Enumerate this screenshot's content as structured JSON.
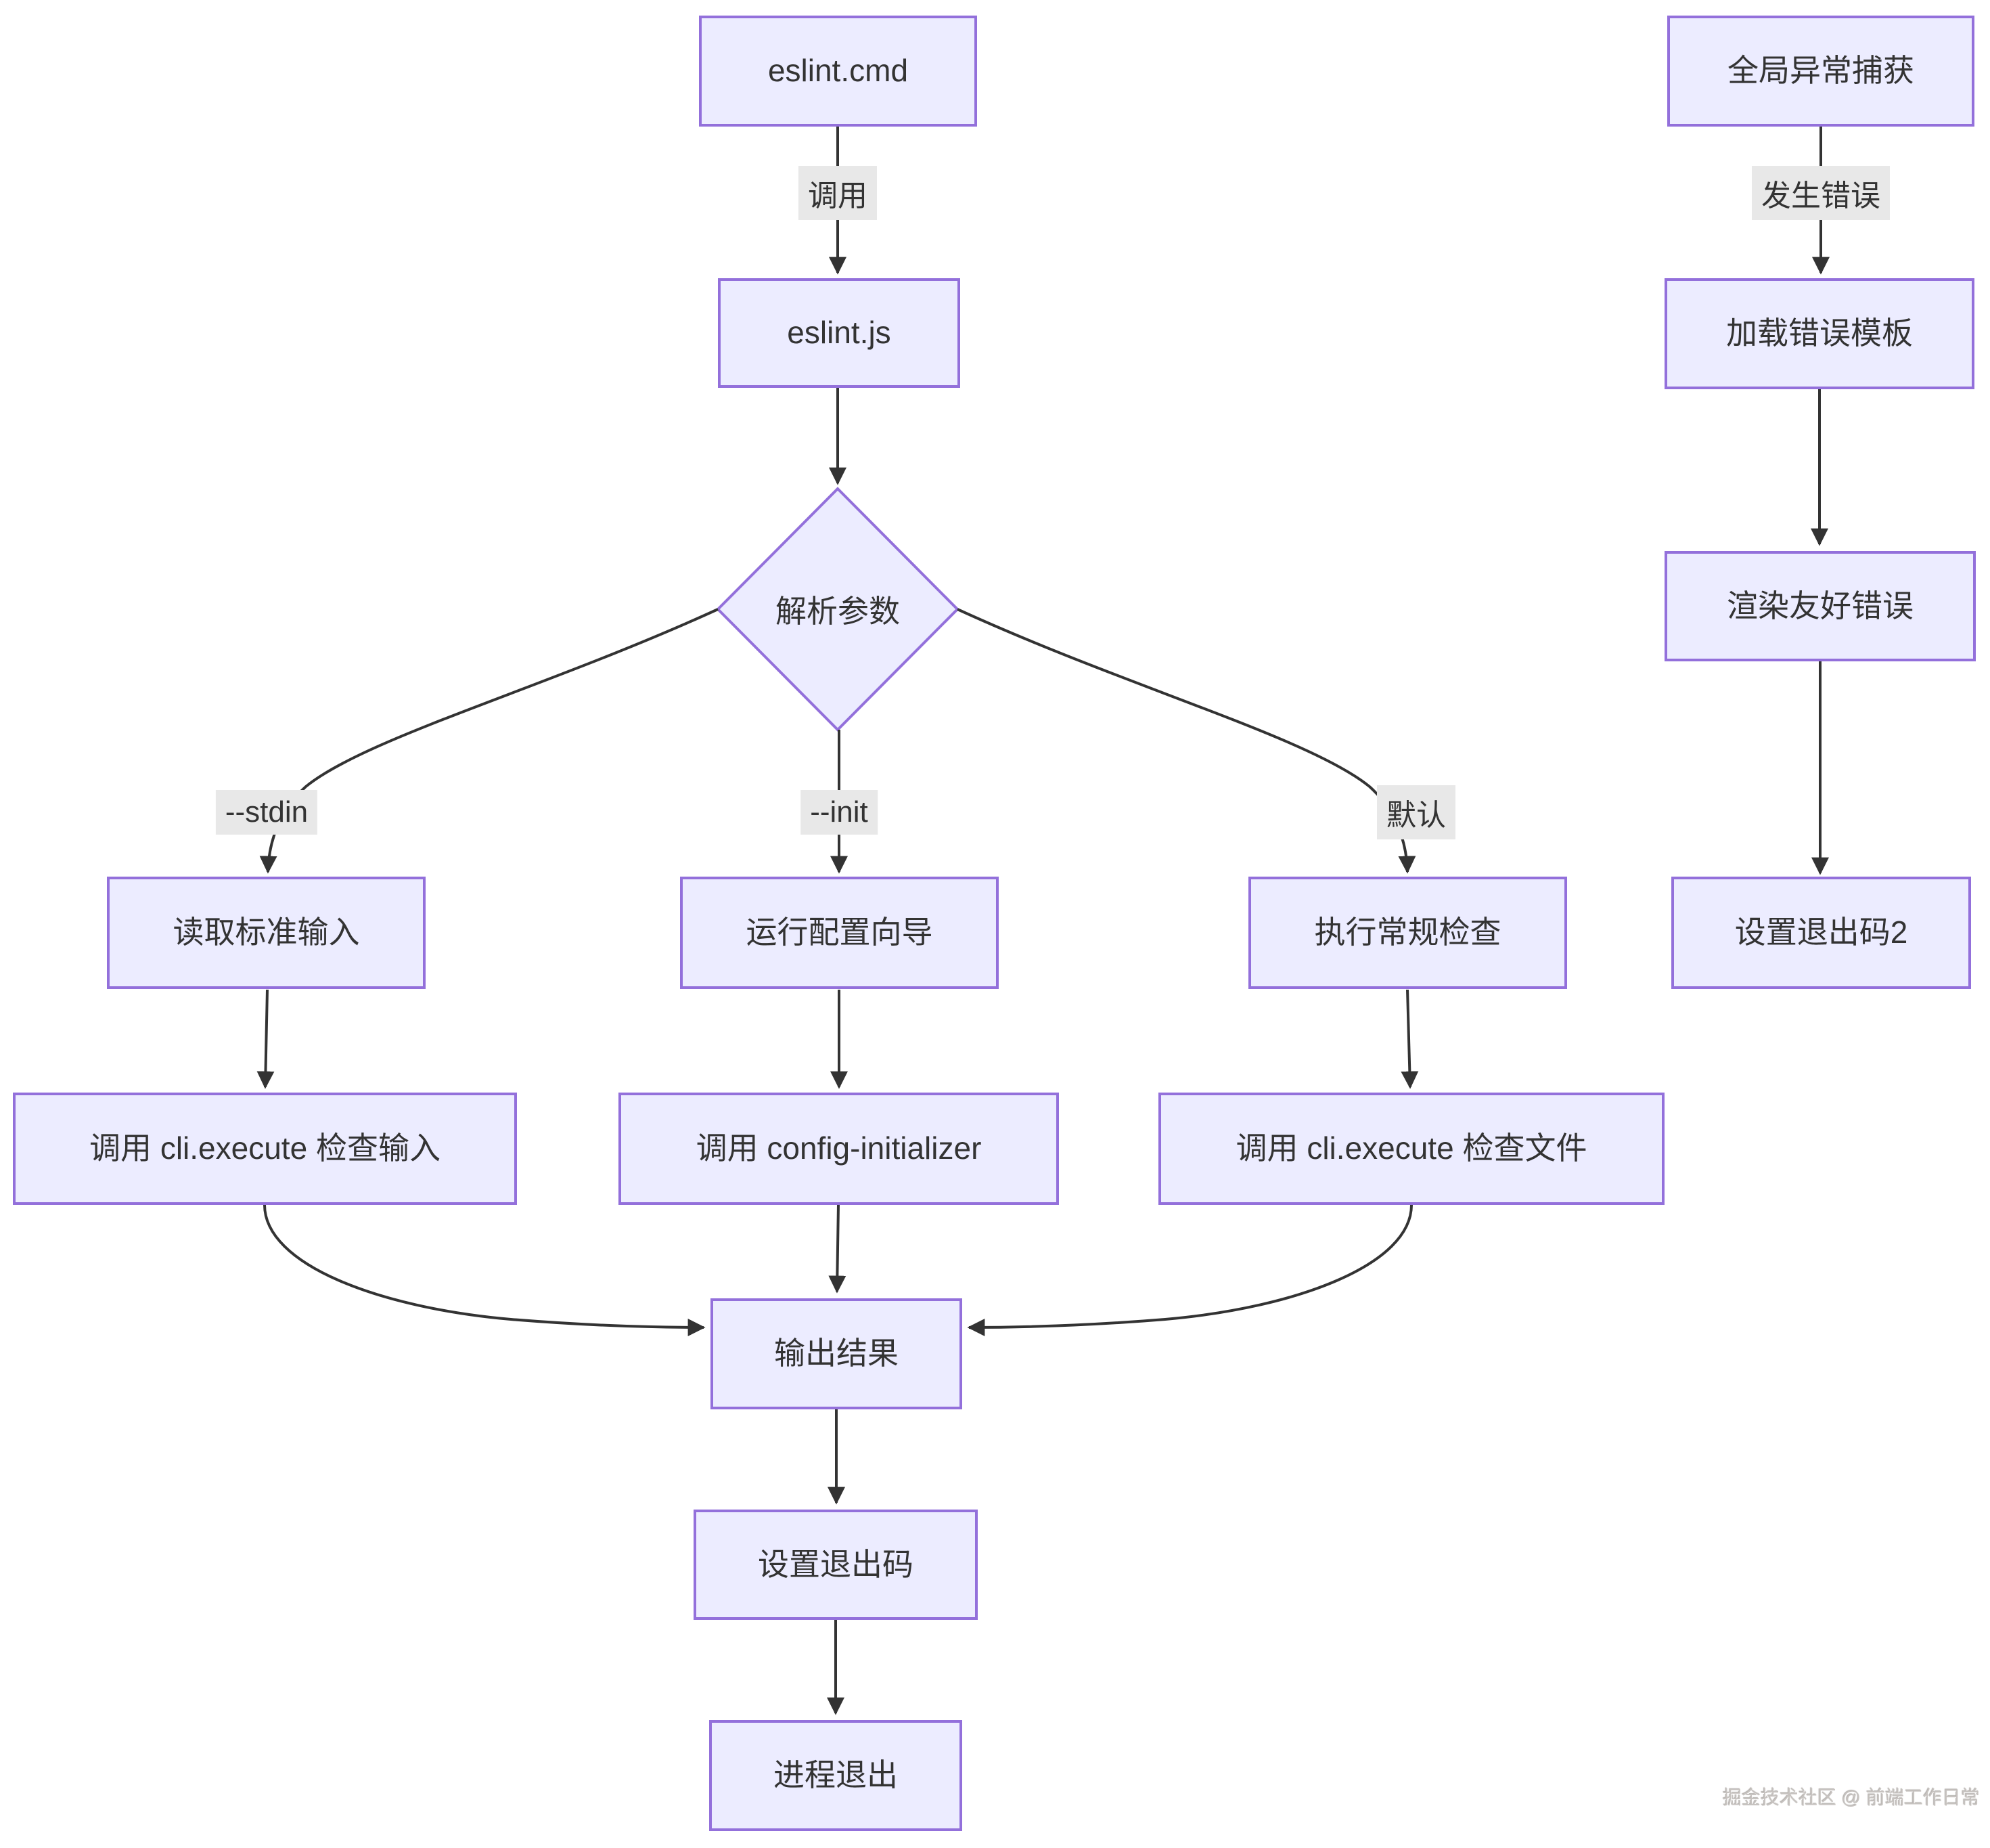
{
  "diagram": {
    "type": "flowchart",
    "nodes": {
      "eslint_cmd": "eslint.cmd",
      "eslint_js": "eslint.js",
      "parse_args": "解析参数",
      "read_stdin": "读取标准输入",
      "run_config_wizard": "运行配置向导",
      "run_regular_check": "执行常规检查",
      "cli_execute_input": "调用 cli.execute 检查输入",
      "config_initializer": "调用 config-initializer",
      "cli_execute_files": "调用 cli.execute 检查文件",
      "output_result": "输出结果",
      "set_exit_code": "设置退出码",
      "process_exit": "进程退出",
      "global_exception": "全局异常捕获",
      "load_error_template": "加载错误模板",
      "render_friendly_error": "渲染友好错误",
      "set_exit_code_2": "设置退出码2"
    },
    "edge_labels": {
      "invoke": "调用",
      "stdin": "--stdin",
      "init": "--init",
      "default_branch": "默认",
      "error_occurred": "发生错误"
    },
    "colors": {
      "node_fill": "#ECECFF",
      "node_border": "#9370DB",
      "text": "#333333",
      "edge": "#333333",
      "edge_label_bg": "#e8e8e8",
      "watermark": "#c7c3c0",
      "background": "#ffffff"
    },
    "watermark": "掘金技术社区 @ 前端工作日常"
  }
}
